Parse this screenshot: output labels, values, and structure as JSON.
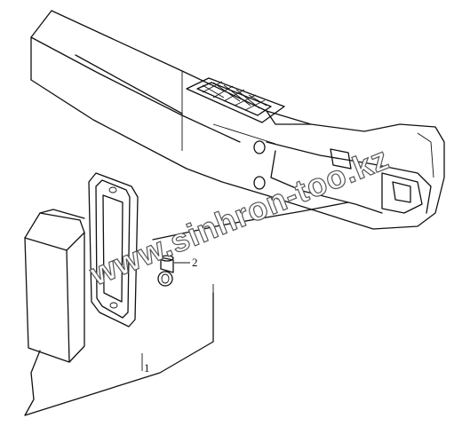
{
  "diagram": {
    "callouts": [
      {
        "label": "1"
      },
      {
        "label": "2"
      }
    ]
  },
  "watermark": {
    "text": "www.sinhron-too.kz"
  },
  "colors": {
    "line": "#111111",
    "background": "#ffffff",
    "watermark_fill": "#ffffff",
    "watermark_stroke": "#555555"
  }
}
